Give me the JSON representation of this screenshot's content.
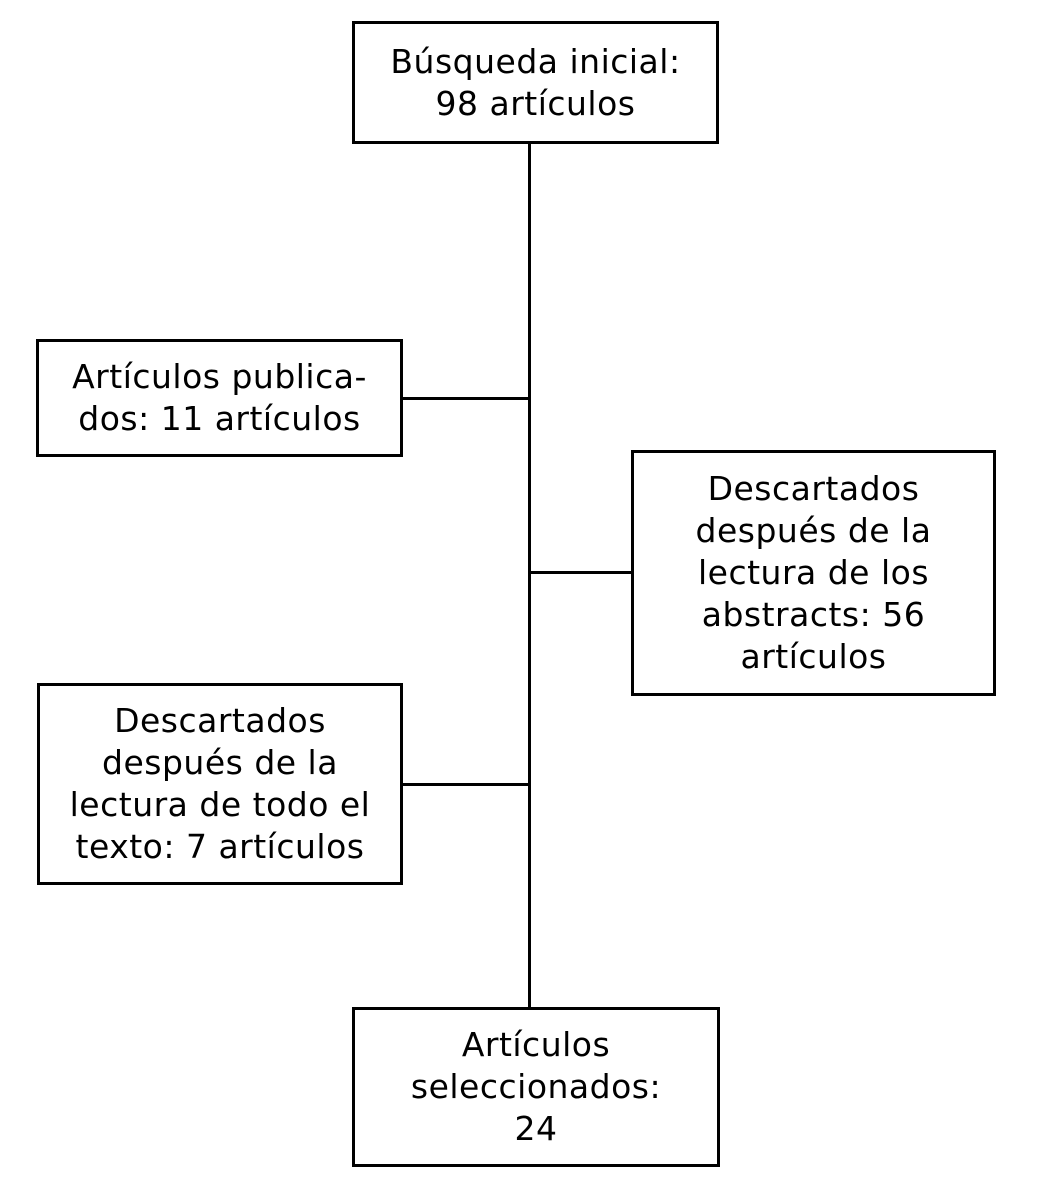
{
  "flowchart": {
    "background_color": "#ffffff",
    "line_color": "#000000",
    "text_color": "#000000",
    "nodes": {
      "initial_search": {
        "lines": [
          "Búsqueda inicial:",
          "98 artículos"
        ],
        "count": 98
      },
      "published": {
        "lines": [
          "Artículos publica-",
          "dos: 11 artículos"
        ],
        "count": 11
      },
      "discarded_abstracts": {
        "lines": [
          "Descartados",
          "después de la",
          "lectura de los",
          "abstracts: 56",
          "artículos"
        ],
        "count": 56
      },
      "discarded_full_text": {
        "lines": [
          "Descartados",
          "después de la",
          "lectura de todo el",
          "texto: 7 artículos"
        ],
        "count": 7
      },
      "selected": {
        "lines": [
          "Artículos",
          "seleccionados:",
          "24"
        ],
        "count": 24
      }
    }
  }
}
